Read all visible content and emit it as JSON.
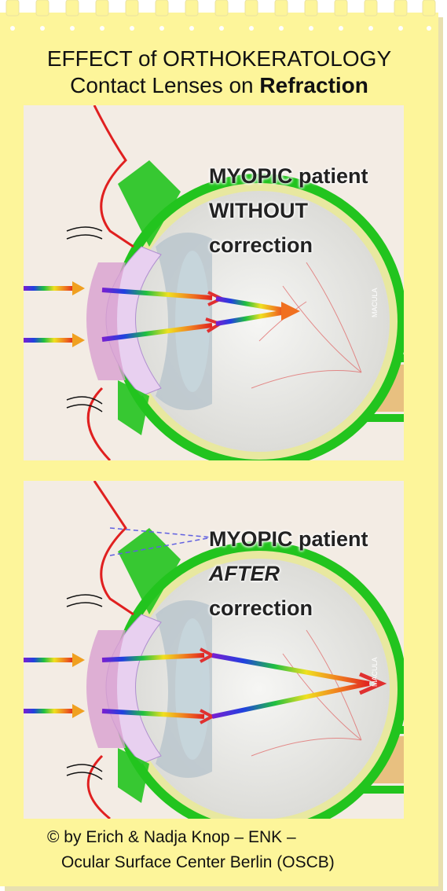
{
  "title": {
    "line1": "EFFECT of ORTHOKERATOLOGY",
    "line2_prefix": "Contact Lenses on ",
    "line2_bold": "Refraction"
  },
  "panels": [
    {
      "line1": "MYOPIC patient",
      "line2": "WITHOUT",
      "line3": "correction",
      "line2_italic": false,
      "macula_label": "MACULA"
    },
    {
      "line1": "MYOPIC patient",
      "line2": "AFTER",
      "line3": "correction",
      "line2_italic": true,
      "macula_label": "MACULA"
    }
  ],
  "credit": {
    "line1": "© by Erich & Nadja Knop – ENK –",
    "line2": "Ocular Surface Center Berlin (OSCB)"
  },
  "colors": {
    "note_background": "#fdf59a",
    "sclera_green": "#22c41e",
    "lid_red": "#e02020",
    "arrow_red": "#e03030"
  }
}
